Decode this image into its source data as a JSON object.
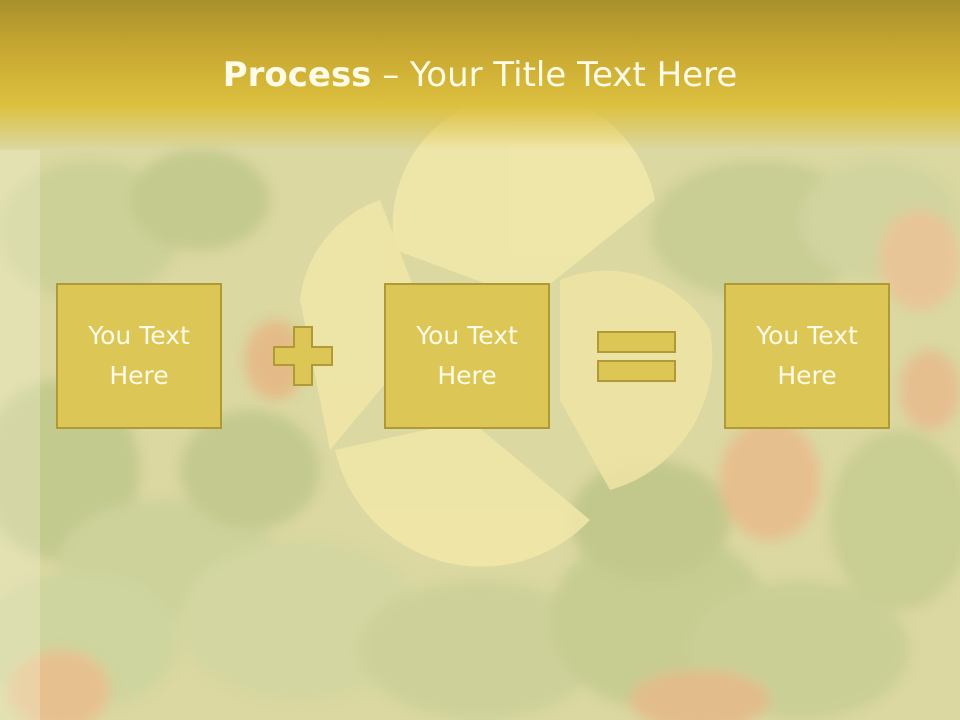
{
  "slide": {
    "title_bold": "Process",
    "title_rest": " – Your Title Text Here"
  },
  "process": {
    "boxes": [
      {
        "text": "You Text\nHere"
      },
      {
        "text": "You Text\nHere"
      },
      {
        "text": "You Text\nHere"
      }
    ],
    "operators": [
      "plus-icon",
      "equals-icon"
    ]
  },
  "colors": {
    "title_band": "#c9a932",
    "box_fill": "#dcc656",
    "box_border": "#b09a35",
    "text": "#fffbe8"
  }
}
